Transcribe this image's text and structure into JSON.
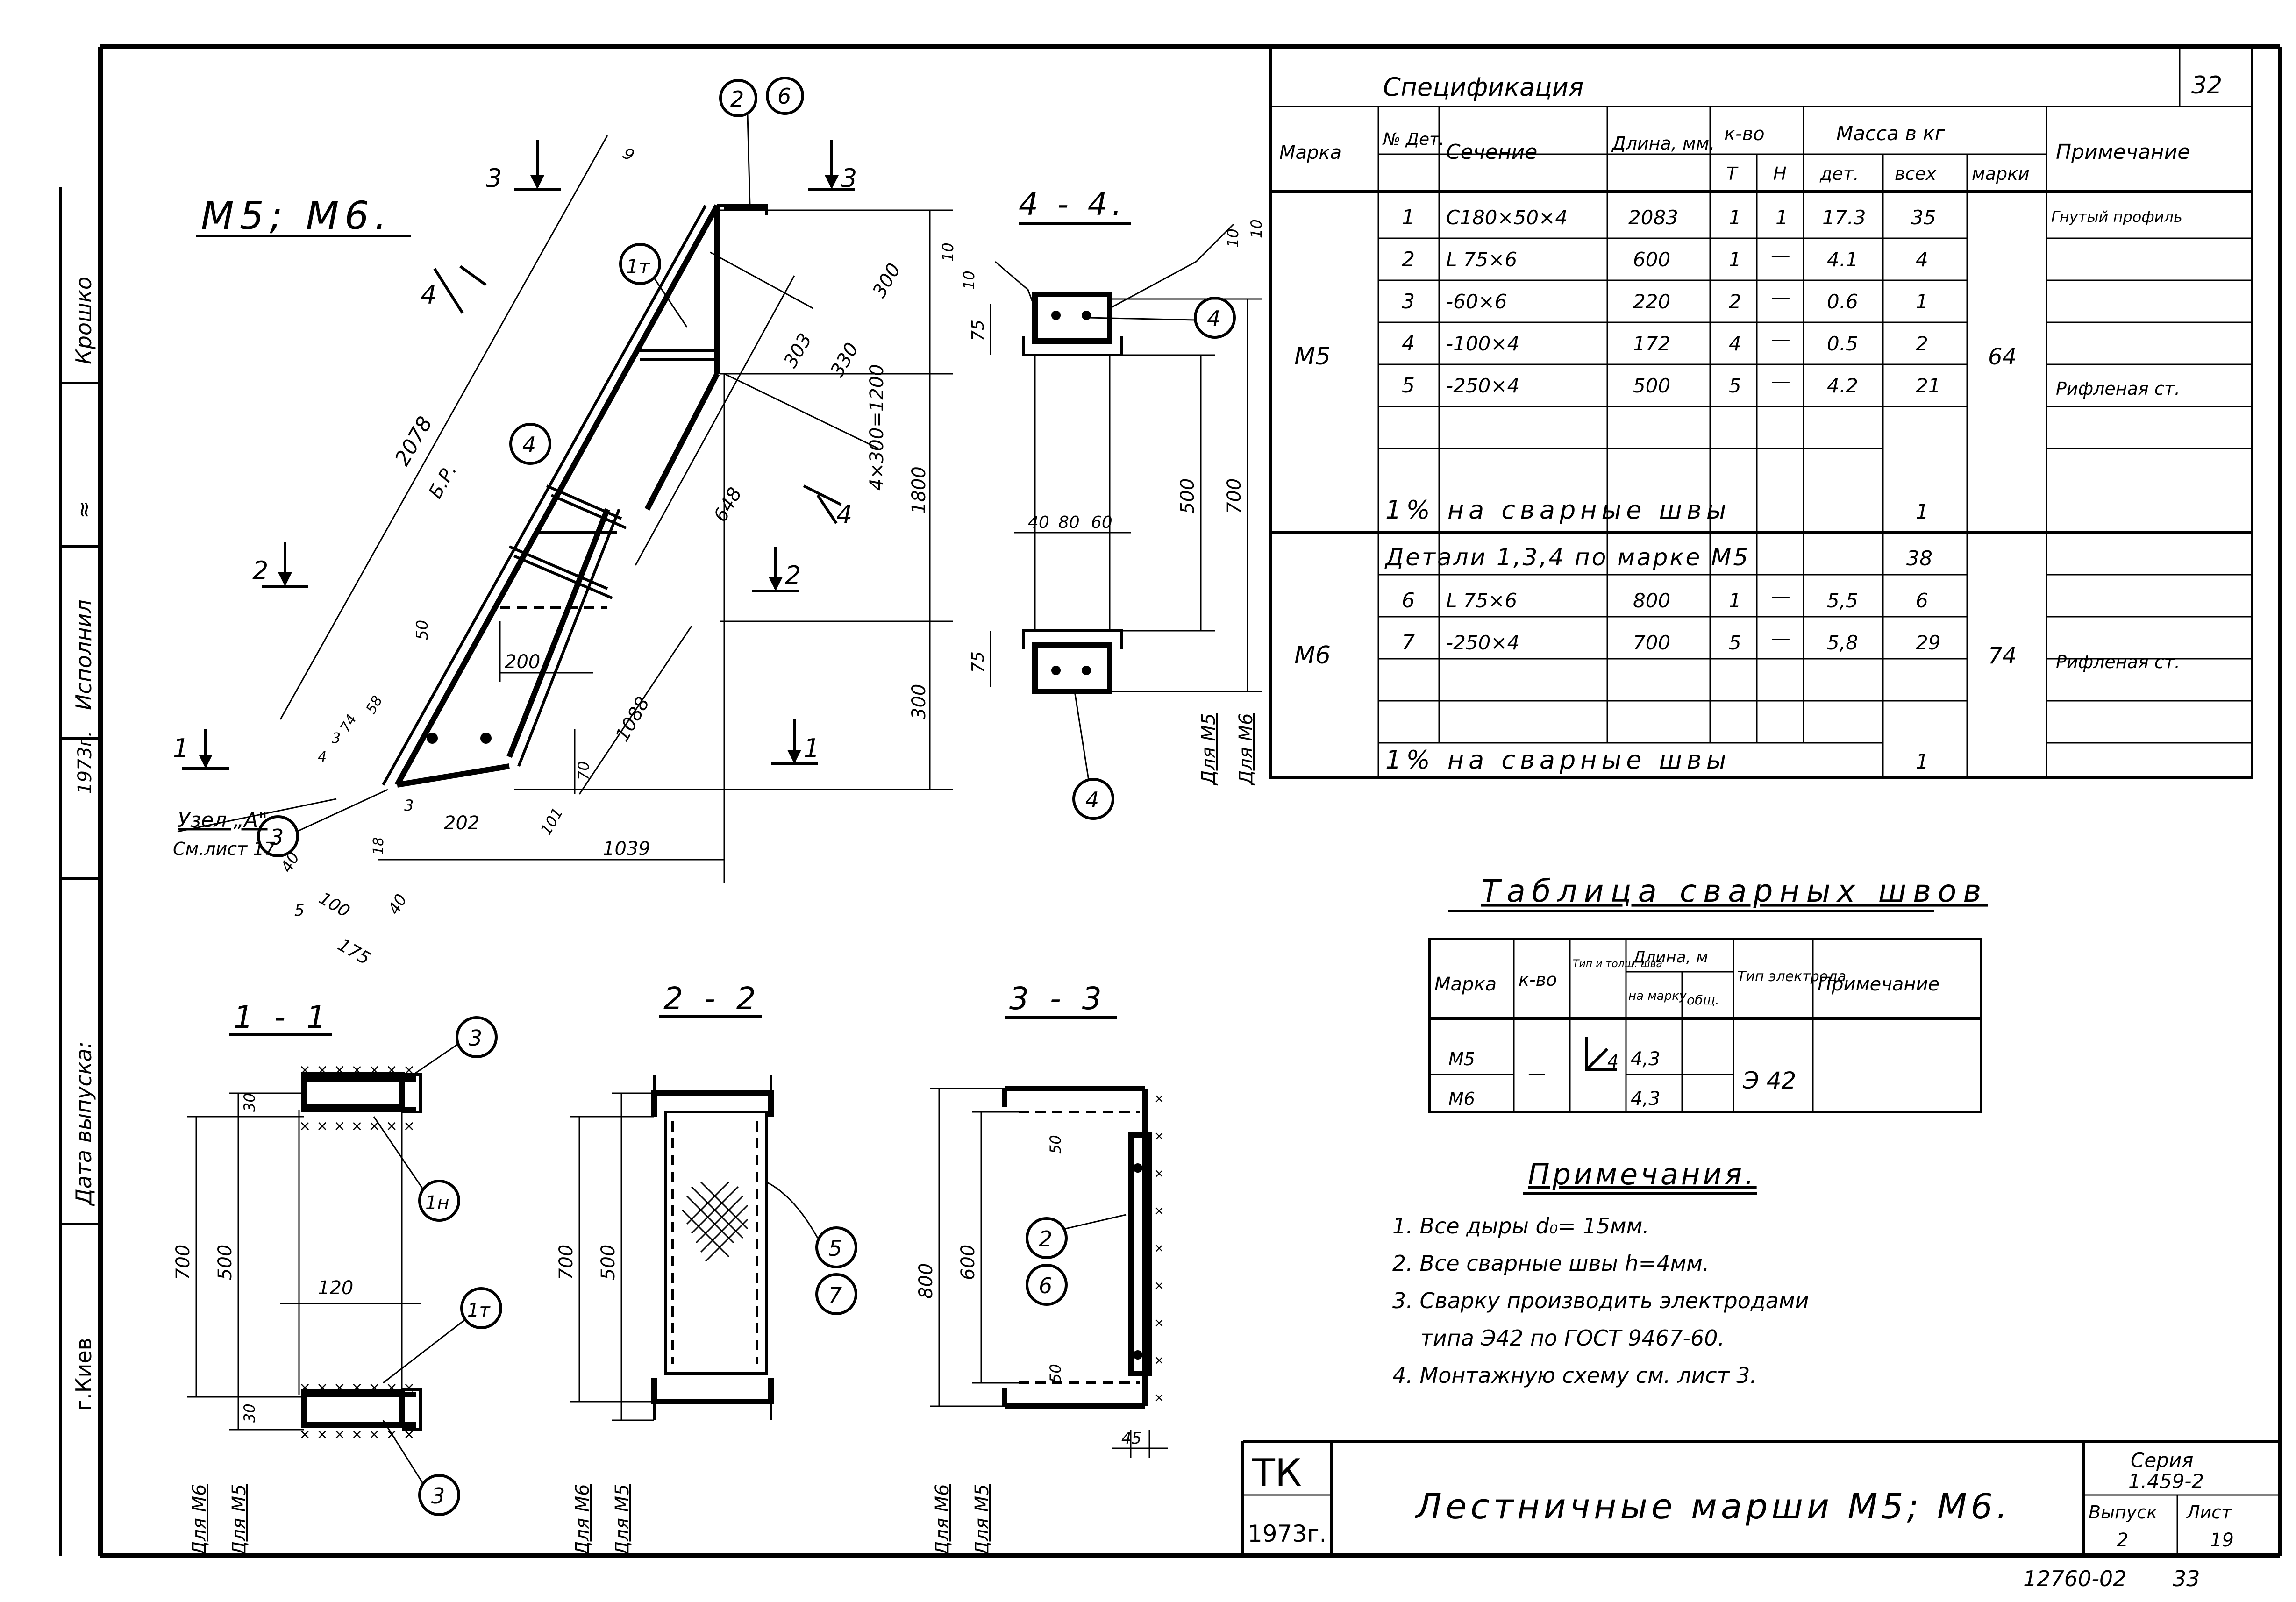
{
  "sheet": {
    "page_number": "32",
    "bottom_code": "12760-02",
    "bottom_page": "33"
  },
  "side_stamp": {
    "rows": [
      "Крошко",
      "Исполнил",
      "1973г.",
      "Дата выпуска:",
      "г.Киев"
    ]
  },
  "title_block": {
    "org": "ТК",
    "year": "1973г.",
    "title": "Лестничные марши М5; М6.",
    "series_label": "Серия",
    "series_value": "1.459-2",
    "issue_label": "Выпуск",
    "issue_value": "2",
    "sheet_label": "Лист",
    "sheet_value": "19"
  },
  "spec": {
    "title": "Спецификация",
    "headers": {
      "mark": "Марка",
      "det_no": "№ Дет.",
      "section": "Сечение",
      "length": "Длина, мм.",
      "qty": "к-во",
      "qty_t": "Т",
      "qty_n": "Н",
      "mass": "Масса в кг",
      "mass_det": "дет.",
      "mass_all": "всех",
      "mass_mark": "марки",
      "note": "Примечание"
    },
    "groups": [
      {
        "mark": "М5",
        "mass_mark": "64",
        "rows": [
          {
            "det": "1",
            "section": "С180×50×4",
            "length": "2083",
            "t": "1",
            "n": "1",
            "m_det": "17.3",
            "m_all": "35",
            "note": "Гнутый профиль"
          },
          {
            "det": "2",
            "section": "L 75×6",
            "length": "600",
            "t": "1",
            "n": "—",
            "m_det": "4.1",
            "m_all": "4",
            "note": ""
          },
          {
            "det": "3",
            "section": "-60×6",
            "length": "220",
            "t": "2",
            "n": "—",
            "m_det": "0.6",
            "m_all": "1",
            "note": ""
          },
          {
            "det": "4",
            "section": "-100×4",
            "length": "172",
            "t": "4",
            "n": "—",
            "m_det": "0.5",
            "m_all": "2",
            "note": ""
          },
          {
            "det": "5",
            "section": "-250×4",
            "length": "500",
            "t": "5",
            "n": "—",
            "m_det": "4.2",
            "m_all": "21",
            "note": "Рифленая ст."
          }
        ],
        "weld_row": {
          "text": "1% на сварные швы",
          "m_all": "1"
        }
      },
      {
        "mark": "М6",
        "mass_mark": "74",
        "ref_row": {
          "text": "Детали 1,3,4 по марке М5",
          "m_all": "38"
        },
        "rows": [
          {
            "det": "6",
            "section": "L 75×6",
            "length": "800",
            "t": "1",
            "n": "—",
            "m_det": "5,5",
            "m_all": "6",
            "note": ""
          },
          {
            "det": "7",
            "section": "-250×4",
            "length": "700",
            "t": "5",
            "n": "—",
            "m_det": "5,8",
            "m_all": "29",
            "note": "Рифленая ст."
          }
        ],
        "weld_row": {
          "text": "1% на сварные швы",
          "m_all": "1"
        }
      }
    ]
  },
  "weld_table": {
    "title": "Таблица сварных швов",
    "headers": {
      "mark": "Марка",
      "qty": "к-во",
      "type": "Тип и толщ. шва",
      "length": "Длина, м",
      "len_mark": "на марку",
      "len_total": "общ.",
      "electrode": "Тип электрода",
      "note": "Примечание"
    },
    "rows": [
      {
        "mark": "М5",
        "qty": "",
        "type": "4",
        "len_mark": "4,3",
        "len_total": ""
      },
      {
        "mark": "М6",
        "qty": "",
        "type": "",
        "len_mark": "4,3",
        "len_total": ""
      }
    ],
    "electrode": "Э 42"
  },
  "notes": {
    "title": "Примечания.",
    "items": [
      "1. Все дыры d₀= 15мм.",
      "2. Все сварные швы h=4мм.",
      "3. Сварку производить электродами",
      "типа Э42 по ГОСТ 9467-60.",
      "4. Монтажную схему см. лист 3."
    ]
  },
  "main_view": {
    "label": "М5; М6.",
    "cut_labels": [
      "3",
      "3",
      "4",
      "4",
      "2",
      "2",
      "1",
      "1"
    ],
    "node_label": "Узел „А\"",
    "node_ref": "См.лист 17",
    "dims": [
      "9",
      "2078",
      "Б.Р.",
      "303",
      "330",
      "300",
      "4×300=1200",
      "1800",
      "648",
      "1088",
      "300",
      "200",
      "50",
      "70",
      "101",
      "202",
      "1039",
      "175",
      "100",
      "40",
      "40",
      "5",
      "18",
      "3",
      "4",
      "3",
      "74",
      "58"
    ],
    "balloons": [
      "2",
      "6",
      "1т",
      "4",
      "3"
    ]
  },
  "section_44": {
    "label": "4 - 4.",
    "dims": [
      "10",
      "10",
      "10",
      "10",
      "75",
      "75",
      "40",
      "80",
      "60",
      "500",
      "700"
    ],
    "side_labels": [
      "Для М5",
      "Для М6"
    ],
    "balloons": [
      "4",
      "4"
    ]
  },
  "section_11": {
    "label": "1 - 1",
    "dims": [
      "30",
      "700",
      "500",
      "120",
      "30"
    ],
    "side_labels": [
      "Для М6",
      "Для М5"
    ],
    "balloons": [
      "3",
      "1н",
      "1т",
      "3"
    ]
  },
  "section_22": {
    "label": "2 - 2",
    "dims": [
      "700",
      "500"
    ],
    "side_labels": [
      "Для М6",
      "Для М5"
    ],
    "balloons": [
      "5",
      "7"
    ]
  },
  "section_33": {
    "label": "3 - 3",
    "dims": [
      "50",
      "800",
      "600",
      "50",
      "45"
    ],
    "side_labels": [
      "Для М6",
      "Для М5"
    ],
    "balloons": [
      "2",
      "6"
    ]
  }
}
